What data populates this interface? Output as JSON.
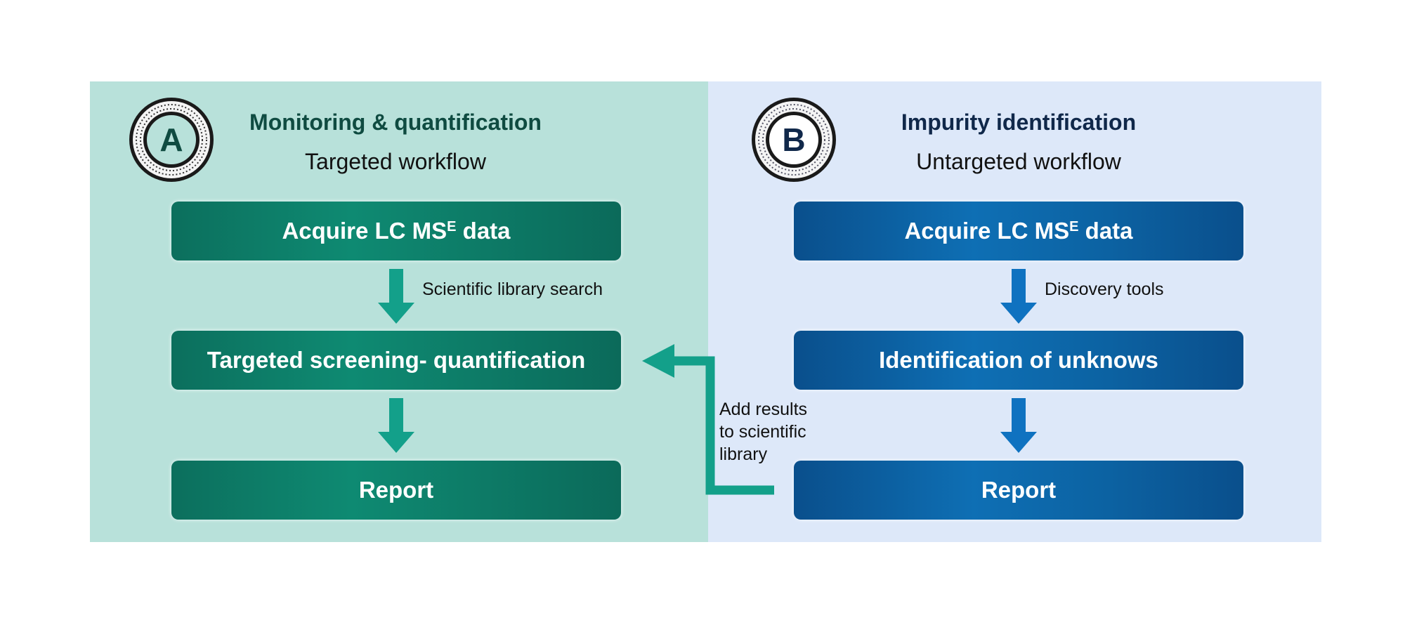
{
  "panel_a": {
    "badge_letter": "A",
    "title": "Monitoring & quantification",
    "subtitle": "Targeted workflow",
    "step1_main": "Acquire LC MS",
    "step1_sup": "E",
    "step1_tail": " data",
    "arrow1_label": "Scientific library search",
    "step2": "Targeted screening- quantification",
    "step3": "Report"
  },
  "panel_b": {
    "badge_letter": "B",
    "title": "Impurity identification",
    "subtitle": "Untargeted workflow",
    "step1_main": "Acquire LC MS",
    "step1_sup": "E",
    "step1_tail": " data",
    "arrow1_label": "Discovery tools",
    "step2": "Identification of unknows",
    "step3": "Report"
  },
  "feedback": {
    "line1": "Add results",
    "line2": "to scientific",
    "line3": "library"
  },
  "colors": {
    "panel_a_bg": "#b8e1da",
    "panel_b_bg": "#dde8f9",
    "green_box": "#0d7a66",
    "blue_box": "#0c62a2",
    "green_arrow": "#13a08a",
    "blue_arrow": "#0f72c0"
  },
  "icons": {
    "badge": "membrane-ring-icon",
    "down_arrow": "arrow-down-icon",
    "feedback_arrow": "elbow-arrow-left-icon"
  }
}
